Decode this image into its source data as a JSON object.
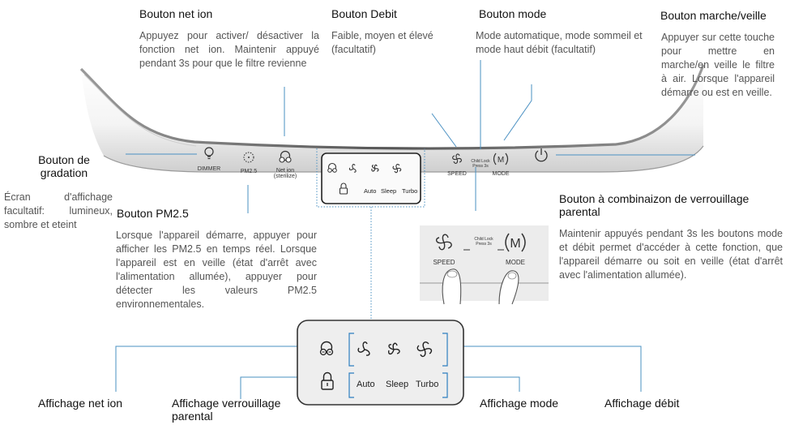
{
  "callouts": {
    "net_ion": {
      "title": "Bouton net ion",
      "desc": "Appuyez pour activer/ désactiver la fonction net ion. Maintenir appuyé pendant 3s pour que le filtre revienne"
    },
    "debit": {
      "title": "Bouton Debit",
      "desc": "Faible, moyen et élevé (facultatif)"
    },
    "mode": {
      "title": "Bouton mode",
      "desc": "Mode automatique, mode sommeil et mode haut débit (facultatif)"
    },
    "power": {
      "title": "Bouton marche/veille",
      "desc": "Appuyer sur cette touche pour mettre en marche/en veille le filtre à air. Lorsque l'appareil démarre ou est en veille."
    },
    "dimmer": {
      "title_line1": "Bouton de",
      "title_line2": "gradation",
      "desc": "Écran d'affichage facultatif: lumineux, sombre et eteint"
    },
    "pm25": {
      "title": "Bouton PM2.5",
      "desc": "Lorsque l'appareil démarre, appuyer pour afficher les PM2.5 en temps réel. Lorsque l'appareil est en veille (état d'arrêt avec l'alimentation allumée), appuyer pour détecter les valeurs PM2.5 environnementales."
    },
    "child_lock": {
      "title_line1": "Bouton à combinaizon de verrouillage",
      "title_line2": "parental",
      "desc": "Maintenir appuyés pendant 3s les boutons mode et débit permet d'accéder à cette fonction, que l'appareil démarre ou soit en veille (état d'arrêt avec l'alimentation allumée)."
    }
  },
  "device": {
    "dimmer": "DIMMER",
    "pm25": "PM2.5",
    "net_ion": "Net ion",
    "sterilize": "(sterilize)",
    "speed": "SPEED",
    "mode": "MODE",
    "child_lock": "Child Lock",
    "press": "Press 3s"
  },
  "display": {
    "auto": "Auto",
    "sleep": "Sleep",
    "turbo": "Turbo"
  },
  "bottom_labels": {
    "net_ion": "Affichage net ion",
    "lock_line1": "Affichage verrouillage",
    "lock_line2": "parental",
    "mode": "Affichage mode",
    "debit": "Affichage débit"
  }
}
